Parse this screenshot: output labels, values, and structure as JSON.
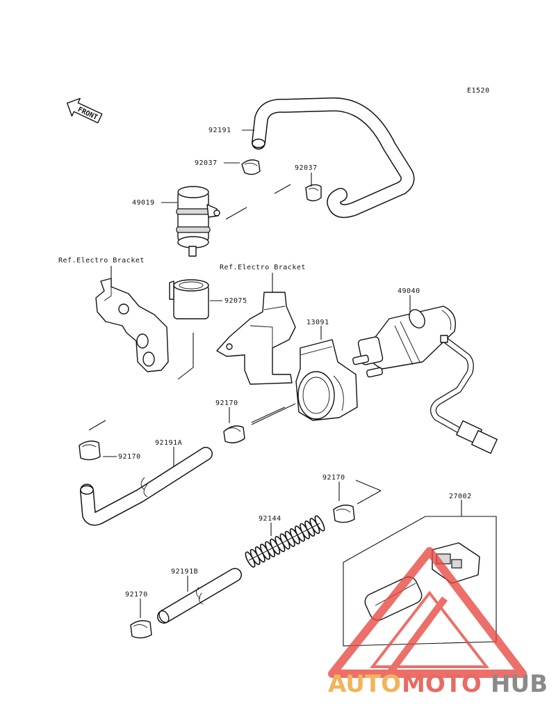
{
  "diagram_code": "E1520",
  "front_label": "FRONT",
  "labels": {
    "p92191": "92191",
    "p92037a": "92037",
    "p92037b": "92037",
    "p49019": "49019",
    "ref1": "Ref.Electro Bracket",
    "ref2": "Ref.Electro Bracket",
    "p92075": "92075",
    "p49040": "49040",
    "p13091": "13091",
    "p92170a": "92170",
    "p92170b": "92170",
    "p92191A": "92191A",
    "p92170c": "92170",
    "p27002": "27002",
    "p92144": "92144",
    "p92191B": "92191B",
    "p92170d": "92170"
  },
  "watermark": {
    "part1": "AUTO",
    "part2": "MOTO",
    "part3": "HUB"
  },
  "colors": {
    "watermark_red": "#e8473f",
    "watermark_orange": "#f3b35a",
    "watermark_gray": "#8a8a8a"
  }
}
